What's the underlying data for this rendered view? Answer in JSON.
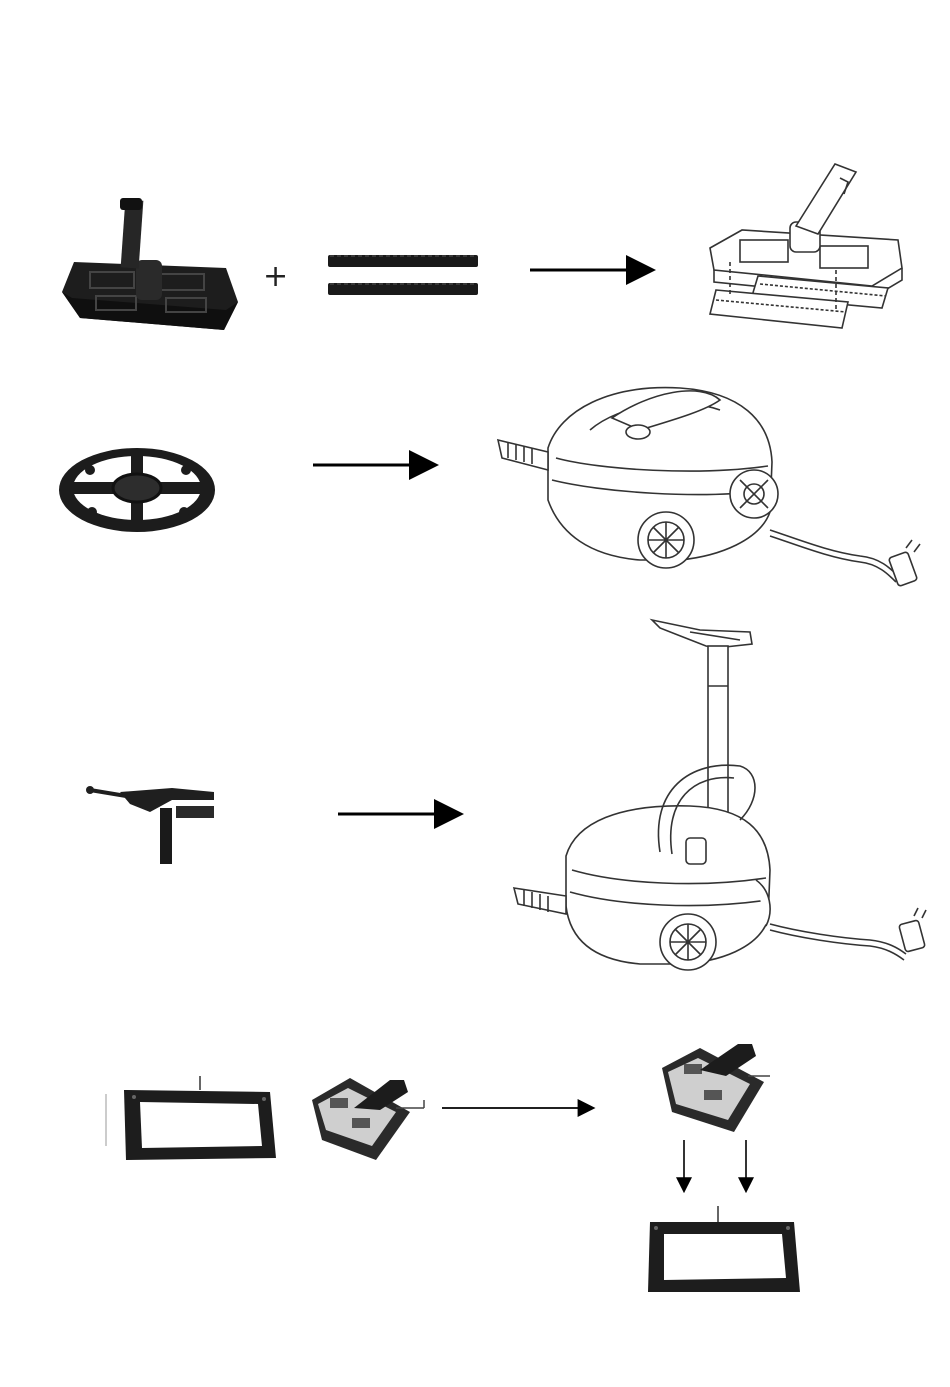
{
  "diagram": {
    "operator_plus": "+",
    "colors": {
      "dark_part": "#1f1f1f",
      "mid_part": "#3a3a3a",
      "line_art": "#333333",
      "pad_light": "#cfcfcf",
      "arrow": "#000000"
    },
    "steps": [
      {
        "id": "step-1",
        "parts": [
          "floor-brush-icon",
          "brush-strip-icon",
          "brush-strip-icon"
        ],
        "result": "floor-brush-assembled-icon"
      },
      {
        "id": "step-2",
        "parts": [
          "cord-wrap-icon"
        ],
        "result": "steam-cleaner-body-icon"
      },
      {
        "id": "step-3",
        "parts": [
          "handle-tube-icon"
        ],
        "result": "steam-cleaner-with-handle-icon"
      },
      {
        "id": "step-4",
        "parts": [
          "rectangular-frame-icon",
          "cloth-pad-icon"
        ],
        "result": "pad-into-frame-icon"
      }
    ]
  }
}
